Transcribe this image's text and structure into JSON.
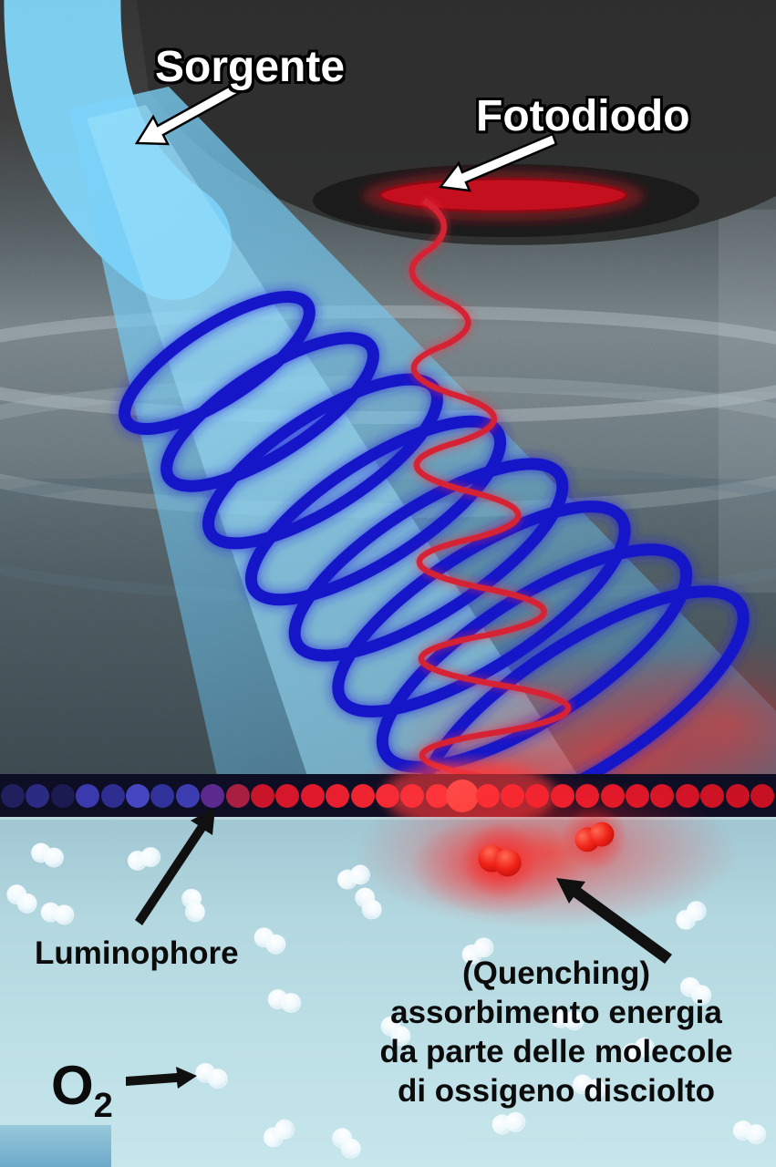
{
  "labels": {
    "source": "Sorgente",
    "photodiode": "Fotodiodo",
    "luminophore": "Luminophore",
    "quenching_lines": [
      "(Quenching)",
      "assorbimento energia",
      "da parte delle molecole",
      "di ossigeno disciolto"
    ],
    "oxygen_symbol": "O",
    "oxygen_subscript": "2"
  },
  "colors": {
    "excitation_beam": "#7ed2f6",
    "excitation_wave": "#1616c9",
    "emission_wave": "#d62234",
    "photodiode": "#c40f1e",
    "luminophore_dot_blue": "#3a3aae",
    "luminophore_dot_red": "#e01a2c",
    "glow_red": "#ff2d23",
    "water": "#b7dae2",
    "oxygen_molecule": "#ffffff",
    "excited_oxygen_molecule": "#e81c12",
    "label_light": "#ffffff",
    "label_dark": "#0b0b0b"
  }
}
